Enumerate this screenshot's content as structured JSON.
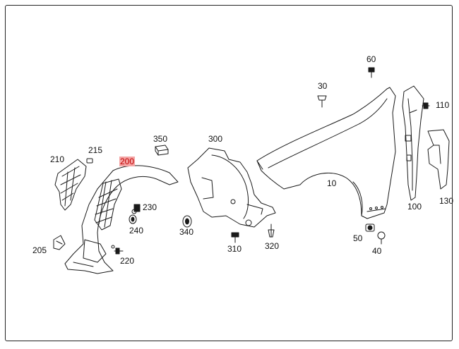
{
  "labels": {
    "p10": "10",
    "p30": "30",
    "p40": "40",
    "p50": "50",
    "p60": "60",
    "p100": "100",
    "p110": "110",
    "p130": "130",
    "p200": "200",
    "p205": "205",
    "p210": "210",
    "p215": "215",
    "p220": "220",
    "p230": "230",
    "p240": "240",
    "p300": "300",
    "p310": "310",
    "p320": "320",
    "p340": "340",
    "p350": "350"
  },
  "colors": {
    "line": "#1a1a1a",
    "highlight_bg": "#f4a5a5",
    "highlight_text": "#c00000"
  }
}
